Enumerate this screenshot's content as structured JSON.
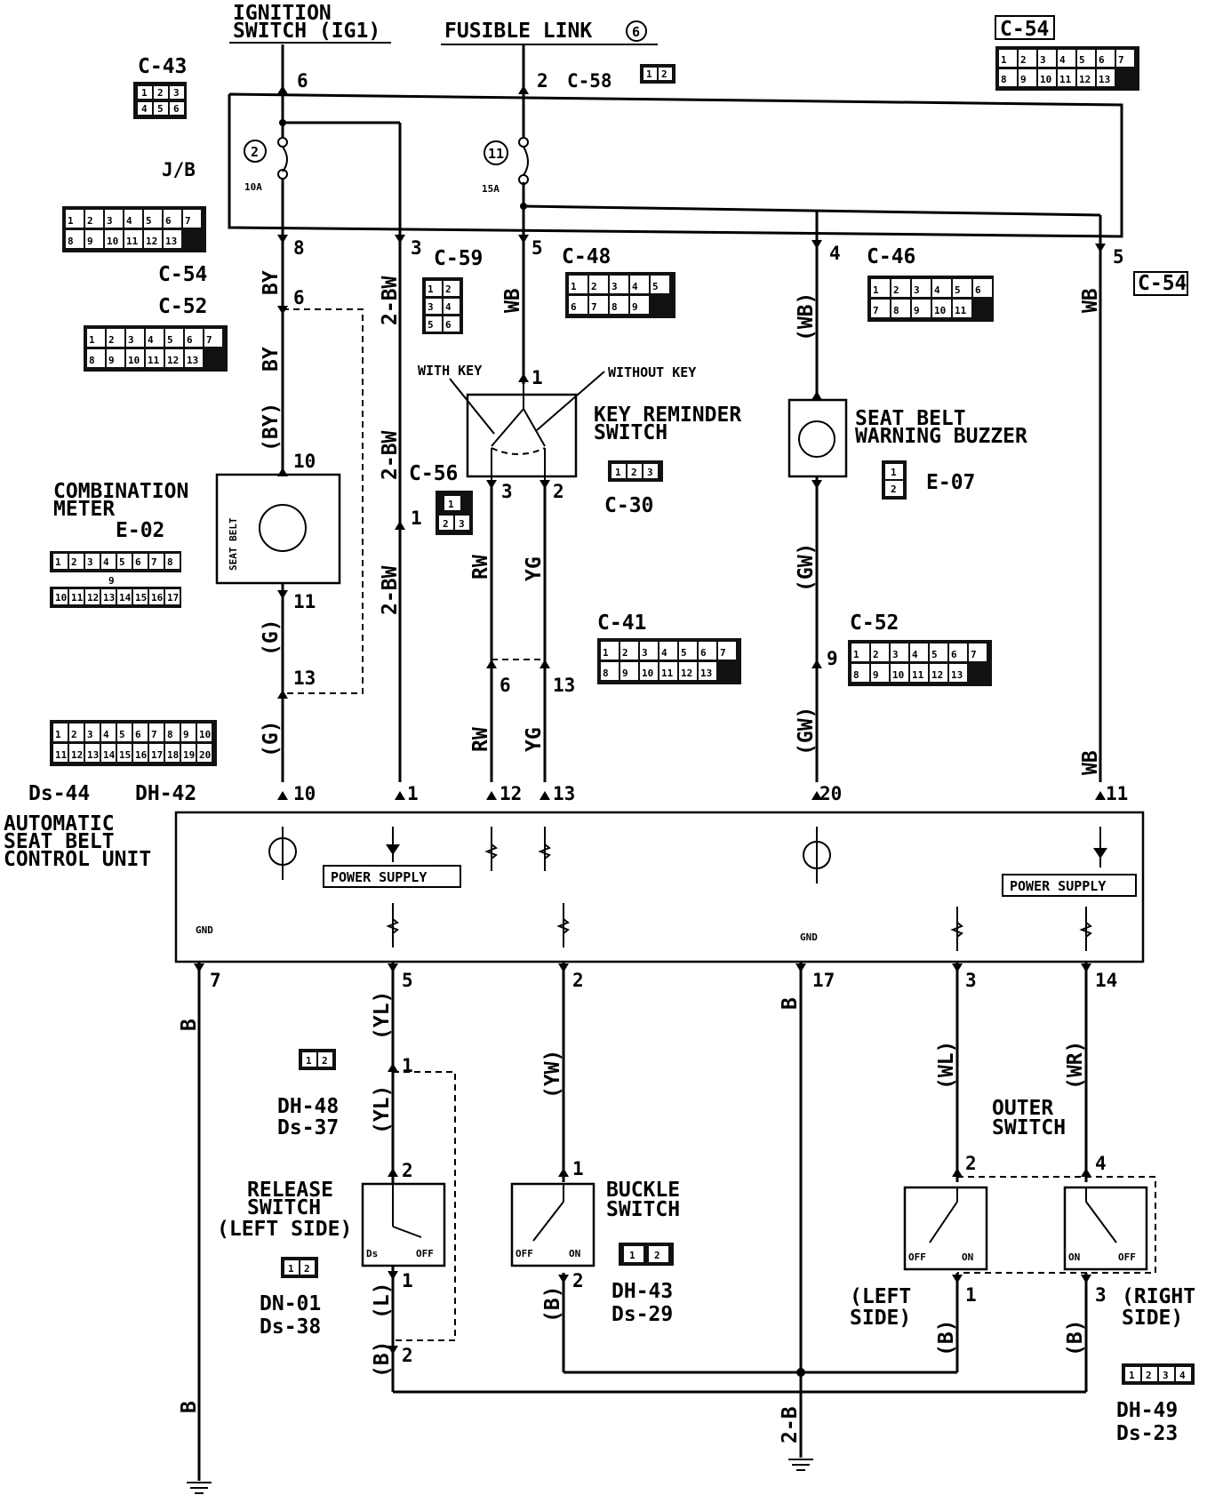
{
  "title": {
    "ignition_switch": "IGNITION SWITCH (IG1)",
    "ignition_l1": "IGNITION",
    "ignition_l2": "SWITCH (IG1)",
    "fusible_link": "FUSIBLE LINK",
    "fusible_link_num": "6"
  },
  "connectors": {
    "c43": "C-43",
    "c43_pins": [
      "1",
      "2",
      "3",
      "4",
      "5",
      "6"
    ],
    "c54_top": "C-54",
    "c54_top_pins": [
      "1",
      "2",
      "3",
      "4",
      "5",
      "6",
      "7",
      "8",
      "9",
      "10",
      "11",
      "12",
      "13"
    ],
    "c58": "C-58",
    "c58_pins": [
      "1",
      "2"
    ],
    "jb": "J/B",
    "jb_pins": [
      "1",
      "2",
      "3",
      "4",
      "5",
      "6",
      "7",
      "8",
      "9",
      "10",
      "11",
      "12",
      "13"
    ],
    "c54_left": "C-54",
    "c52_left": "C-52",
    "c52_left_pins": [
      "1",
      "2",
      "3",
      "4",
      "5",
      "6",
      "7",
      "8",
      "9",
      "10",
      "11",
      "12",
      "13"
    ],
    "c59": "C-59",
    "c59_pins": [
      "1",
      "2",
      "3",
      "4",
      "5",
      "6"
    ],
    "c48": "C-48",
    "c48_pins": [
      "1",
      "2",
      "3",
      "4",
      "5",
      "6",
      "7",
      "8",
      "9"
    ],
    "c46": "C-46",
    "c46_pins": [
      "1",
      "2",
      "3",
      "4",
      "5",
      "6",
      "7",
      "8",
      "9",
      "10",
      "11"
    ],
    "c54_right": "C-54",
    "c56": "C-56",
    "c56_pins": [
      "1",
      "2",
      "3"
    ],
    "c30": "C-30",
    "c30_pins": [
      "1",
      "2",
      "3"
    ],
    "e07": "E-07",
    "e07_pins": [
      "1",
      "2"
    ],
    "e02": "E-02",
    "e02_pins_top": [
      "1",
      "2",
      "3",
      "4",
      "5",
      "6",
      "7",
      "8"
    ],
    "e02_pin_mid": "9",
    "e02_pins_bot": [
      "10",
      "11",
      "12",
      "13",
      "14",
      "15",
      "16",
      "17"
    ],
    "c41": "C-41",
    "c41_pins": [
      "1",
      "2",
      "3",
      "4",
      "5",
      "6",
      "7",
      "8",
      "9",
      "10",
      "11",
      "12",
      "13"
    ],
    "c52_right": "C-52",
    "c52_right_pins": [
      "1",
      "2",
      "3",
      "4",
      "5",
      "6",
      "7",
      "8",
      "9",
      "10",
      "11",
      "12",
      "13"
    ],
    "ds44": "Ds-44",
    "dh42": "DH-42",
    "d44_pins": [
      "1",
      "2",
      "3",
      "4",
      "5",
      "6",
      "7",
      "8",
      "9",
      "10",
      "11",
      "12",
      "13",
      "14",
      "15",
      "16",
      "17",
      "18",
      "19",
      "20"
    ],
    "dh48": "DH-48",
    "ds37": "Ds-37",
    "d48_pins": [
      "1",
      "2"
    ],
    "dn01": "DN-01",
    "ds38": "Ds-38",
    "d01_pins": [
      "1",
      "2"
    ],
    "dh43": "DH-43",
    "ds29": "Ds-29",
    "d43_pins": [
      "1",
      "2"
    ],
    "dh49": "DH-49",
    "ds23": "Ds-23",
    "d49_pins": [
      "1",
      "2",
      "3",
      "4"
    ]
  },
  "fuses": {
    "f2_num": "2",
    "f2_amp": "10A",
    "f11_num": "11",
    "f11_amp": "15A"
  },
  "components": {
    "combination_meter_l1": "COMBINATION",
    "combination_meter_l2": "METER",
    "seat_belt_lamp": "SEAT BELT",
    "key_reminder_l1": "KEY REMINDER",
    "key_reminder_l2": "SWITCH",
    "with_key": "WITH KEY",
    "without_key": "WITHOUT KEY",
    "buzzer_l1": "SEAT BELT",
    "buzzer_l2": "WARNING BUZZER",
    "control_unit_l1": "AUTOMATIC",
    "control_unit_l2": "SEAT BELT",
    "control_unit_l3": "CONTROL UNIT",
    "power_supply": "POWER SUPPLY",
    "gnd": "GND",
    "release_l1": "RELEASE",
    "release_l2": "SWITCH",
    "release_l3": "(LEFT SIDE)",
    "buckle_l1": "BUCKLE",
    "buckle_l2": "SWITCH",
    "outer_l1": "OUTER",
    "outer_l2": "SWITCH",
    "left_side_l1": "(LEFT",
    "left_side_l2": "SIDE)",
    "right_side_l1": "(RIGHT",
    "right_side_l2": "SIDE)",
    "ds": "Ds",
    "off": "OFF",
    "on": "ON"
  },
  "wires": {
    "BY": "BY",
    "BY_p": "(BY)",
    "G_p": "(G)",
    "BW2": "2-BW",
    "WB": "WB",
    "WB_p": "(WB)",
    "RW": "RW",
    "YG": "YG",
    "GW_p": "(GW)",
    "B": "B",
    "B_p": "(B)",
    "YL_p": "(YL)",
    "YW_p": "(YW)",
    "WL_p": "(WL)",
    "WR_p": "(WR)",
    "L_p": "(L)",
    "B2": "2-B"
  },
  "pins": {
    "ig_6": "6",
    "fl_2": "2",
    "jb_8": "8",
    "jb_3": "3",
    "jb_5": "5",
    "jb_4": "4",
    "jb_5r": "5",
    "c52_6": "6",
    "m_10": "10",
    "m_11": "11",
    "c56_1": "1",
    "m_13": "13",
    "k_1": "1",
    "k_3": "3",
    "k_2": "2",
    "c41_6": "6",
    "c41_13": "13",
    "b_9": "9",
    "u_10": "10",
    "u_1": "1",
    "u_12": "12",
    "u_13": "13",
    "u_20": "20",
    "u_11": "11",
    "u_7": "7",
    "u_5": "5",
    "u_2": "2",
    "u_17": "17",
    "u_3": "3",
    "u_14": "14",
    "r_1": "1",
    "r_2": "2",
    "r_1b": "1",
    "r_2b": "2",
    "bk_1": "1",
    "bk_2": "2",
    "o_2": "2",
    "o_4": "4",
    "o_1": "1",
    "o_3": "3"
  }
}
